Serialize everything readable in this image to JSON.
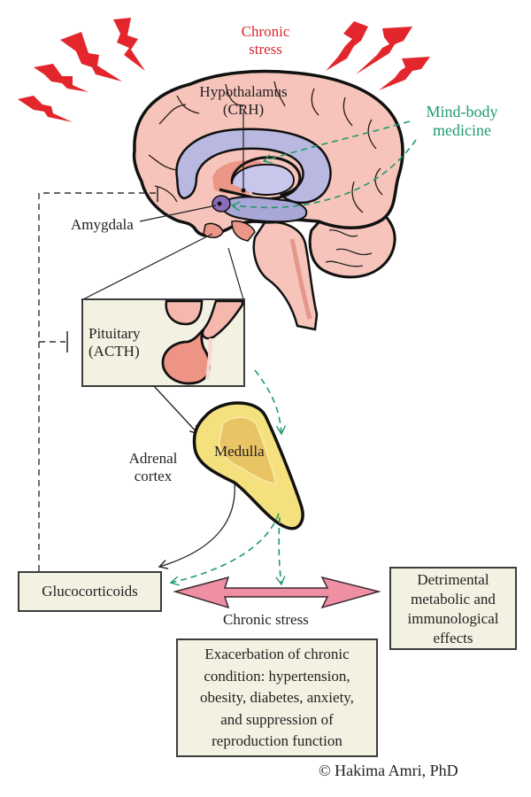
{
  "diagram": {
    "title": "HPA axis under chronic stress and mind-body medicine",
    "labels": {
      "chronic_stress_top": [
        "Chronic",
        "stress"
      ],
      "hypothalamus": [
        "Hypothalamus",
        "(CRH)"
      ],
      "mind_body": [
        "Mind-body",
        "medicine"
      ],
      "amygdala": "Amygdala",
      "pituitary": [
        "Pituitary",
        "(ACTH)"
      ],
      "medulla": "Medulla",
      "adrenal_cortex": [
        "Adrenal",
        "cortex"
      ],
      "chronic_stress_arrow": "Chronic stress",
      "copyright": "© Hakima Amri, PhD"
    },
    "boxes": {
      "glucocorticoids": "Glucocorticoids",
      "detrimental": [
        "Detrimental",
        "metabolic and",
        "immunological",
        "effects"
      ],
      "exacerbation": [
        "Exacerbation of chronic",
        "condition: hypertension,",
        "obesity, diabetes, anxiety,",
        "and suppression of",
        "reproduction function"
      ]
    },
    "colors": {
      "stress_red": "#e3262b",
      "mind_body_green": "#1e9a6c",
      "brain_pink": "#f6c4bb",
      "limbic_lavender": "#b9b8e0",
      "adrenal_yellow": "#f4e07c",
      "arrow_pink": "#ee8fa4",
      "box_fill": "#f3f1e2"
    }
  }
}
